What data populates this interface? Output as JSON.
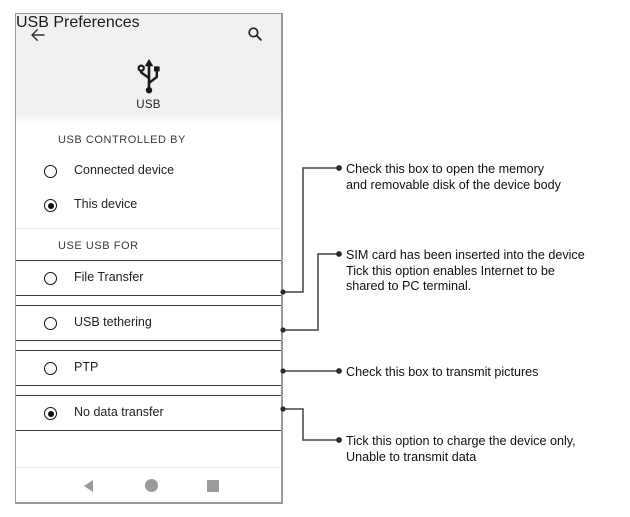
{
  "phone": {
    "app_bar": {
      "back_icon": "arrow-left-icon",
      "title": "USB Preferences",
      "search_icon": "search-icon"
    },
    "hero": {
      "icon": "usb-trident-icon",
      "caption": "USB"
    },
    "sections": [
      {
        "header": "USB CONTROLLED BY",
        "options": [
          {
            "label": "Connected device",
            "selected": false
          },
          {
            "label": "This device",
            "selected": true
          }
        ]
      },
      {
        "header": "USE USB FOR",
        "options": [
          {
            "label": "File Transfer",
            "selected": false
          },
          {
            "label": "USB tethering",
            "selected": false
          },
          {
            "label": "PTP",
            "selected": false
          },
          {
            "label": "No data transfer",
            "selected": true
          }
        ]
      }
    ],
    "nav_bar": {
      "back": "nav-back-triangle-icon",
      "home": "nav-home-circle-icon",
      "recents": "nav-recents-square-icon"
    }
  },
  "annotations": [
    {
      "text": "Check this box to open the memory\nand removable disk of the device body"
    },
    {
      "text": "SIM card has been inserted into the device\nTick this option enables Internet to be\nshared to PC terminal."
    },
    {
      "text": "Check this box to transmit pictures"
    },
    {
      "text": "Tick this option to charge the device only,\nUnable to transmit data"
    }
  ],
  "colors": {
    "frame_border": "#9a9a9a",
    "header_bg": "#f1f1f1",
    "text": "#222222",
    "nav_icon": "#9b9b9b",
    "rule": "#3a3a3a",
    "callout_line": "#444444"
  }
}
